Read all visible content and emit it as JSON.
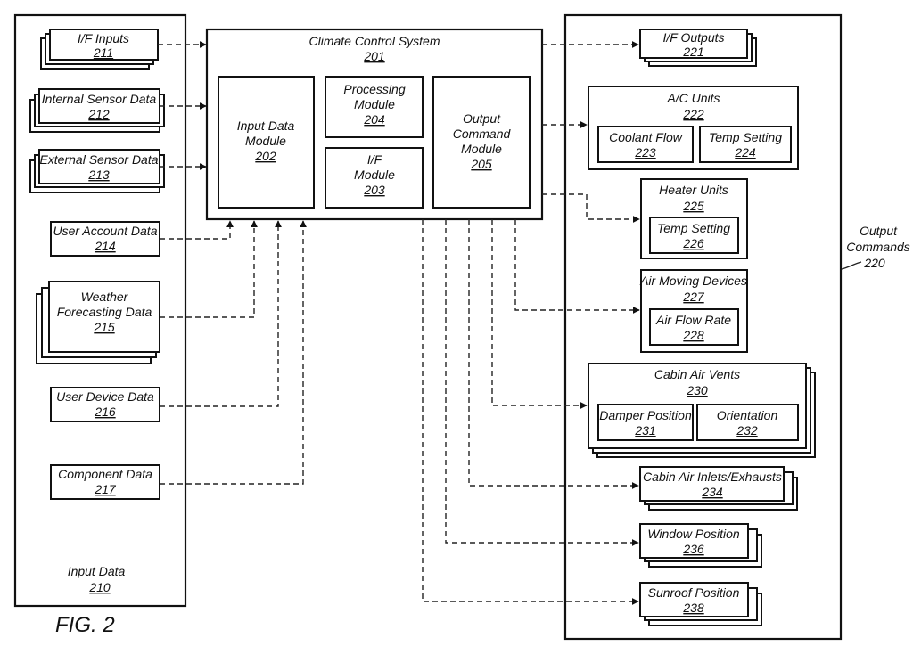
{
  "figure_label": "FIG. 2",
  "input_panel": {
    "title": "Input Data",
    "number": "210"
  },
  "inputs": [
    {
      "id": "if-inputs",
      "name": "I/F Inputs",
      "number": "211"
    },
    {
      "id": "internal-sensor-data",
      "name": "Internal Sensor Data",
      "number": "212"
    },
    {
      "id": "external-sensor-data",
      "name": "External Sensor Data",
      "number": "213"
    },
    {
      "id": "user-account-data",
      "name": "User Account Data",
      "number": "214"
    },
    {
      "id": "weather-forecasting-data",
      "name": "Weather Forecasting Data",
      "name_lines": [
        "Weather",
        "Forecasting Data"
      ],
      "number": "215"
    },
    {
      "id": "user-device-data",
      "name": "User Device Data",
      "number": "216"
    },
    {
      "id": "component-data",
      "name": "Component Data",
      "number": "217"
    }
  ],
  "system": {
    "title": "Climate Control System",
    "number": "201",
    "modules": [
      {
        "id": "input-data-module",
        "name": "Input Data Module",
        "name_lines": [
          "Input Data",
          "Module"
        ],
        "number": "202"
      },
      {
        "id": "processing-module",
        "name": "Processing Module",
        "name_lines": [
          "Processing",
          "Module"
        ],
        "number": "204"
      },
      {
        "id": "if-module",
        "name": "I/F Module",
        "name_lines": [
          "I/F",
          "Module"
        ],
        "number": "203"
      },
      {
        "id": "output-command-module",
        "name": "Output Command Module",
        "name_lines": [
          "Output",
          "Command",
          "Module"
        ],
        "number": "205"
      }
    ]
  },
  "output_panel": {
    "title": "Output Commands",
    "title_lines": [
      "Output",
      "Commands"
    ],
    "number": "220"
  },
  "outputs": [
    {
      "id": "if-outputs",
      "name": "I/F Outputs",
      "number": "221"
    },
    {
      "id": "ac-units",
      "name": "A/C Units",
      "number": "222",
      "children": [
        {
          "name": "Coolant Flow",
          "number": "223"
        },
        {
          "name": "Temp Setting",
          "number": "224"
        }
      ]
    },
    {
      "id": "heater-units",
      "name": "Heater Units",
      "number": "225",
      "children": [
        {
          "name": "Temp Setting",
          "number": "226"
        }
      ]
    },
    {
      "id": "air-moving-devices",
      "name": "Air Moving Devices",
      "number": "227",
      "children": [
        {
          "name": "Air Flow Rate",
          "number": "228"
        }
      ]
    },
    {
      "id": "cabin-air-vents",
      "name": "Cabin Air Vents",
      "number": "230",
      "children": [
        {
          "name": "Damper Position",
          "number": "231"
        },
        {
          "name": "Orientation",
          "number": "232"
        }
      ]
    },
    {
      "id": "cabin-air-inlets-exhausts",
      "name": "Cabin Air Inlets/Exhausts",
      "number": "234"
    },
    {
      "id": "window-position",
      "name": "Window Position",
      "number": "236"
    },
    {
      "id": "sunroof-position",
      "name": "Sunroof Position",
      "number": "238"
    }
  ]
}
